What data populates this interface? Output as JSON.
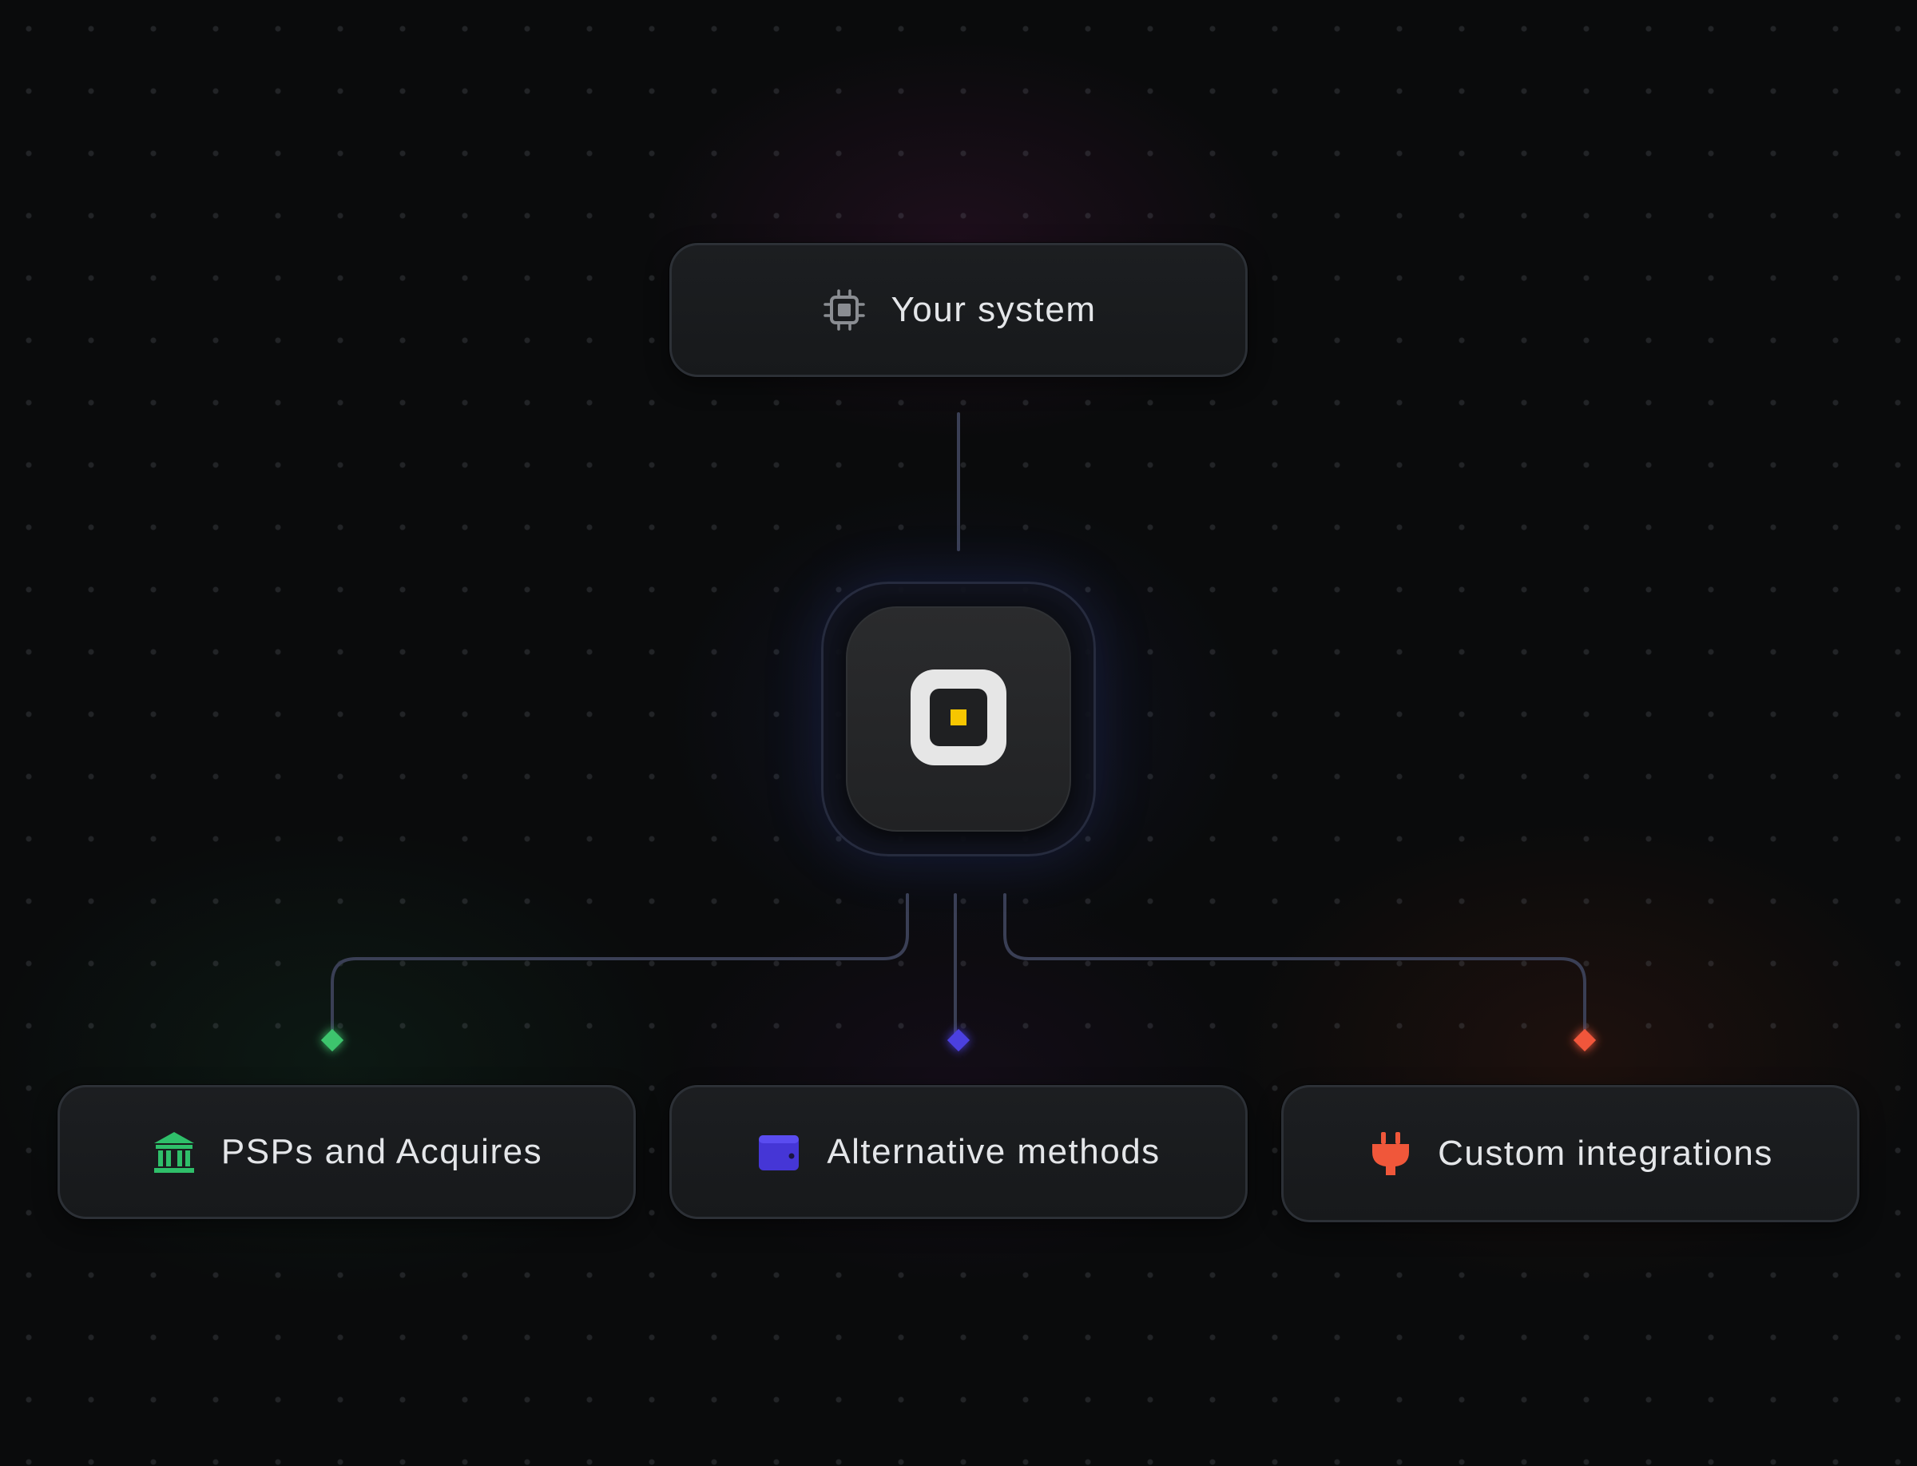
{
  "nodes": {
    "your_system": {
      "label": "Your system",
      "icon": "cpu-chip-icon"
    },
    "psps": {
      "label": "PSPs and Acquires",
      "icon": "bank-icon",
      "accent": "#3ec46d"
    },
    "alternative": {
      "label": "Alternative methods",
      "icon": "wallet-icon",
      "accent": "#4b3fe0"
    },
    "custom": {
      "label": "Custom integrations",
      "icon": "plug-icon",
      "accent": "#f0573a"
    }
  },
  "hub": {
    "icon": "logo-square-icon",
    "accent": "#f7c600"
  },
  "colors": {
    "background": "#0a0b0c",
    "connector": "#3a3f55",
    "node_border": "#2c3036",
    "text": "#e4e6e9"
  }
}
